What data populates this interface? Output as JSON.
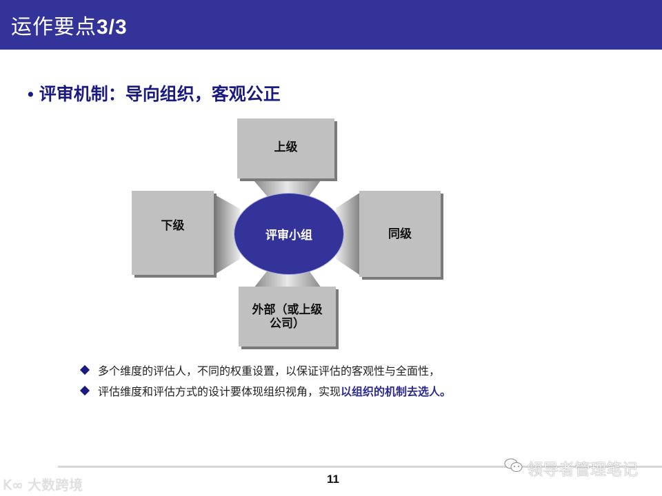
{
  "slide": {
    "title_cn": "运作要点",
    "title_num": "3/3",
    "headline": "评审机制：导向组织，客观公正",
    "headline_bullet": "•",
    "diagram": {
      "center": "评审小组",
      "top": "上级",
      "left": "下级",
      "right": "同级",
      "bottom_line1": "外部（或上级",
      "bottom_line2": "公司）"
    },
    "bullets": [
      {
        "text": "多个维度的评估人，不同的权重设置，以保证评估的客观性与全面性，",
        "emphasis": ""
      },
      {
        "text": "评估维度和评估方式的设计要体现组织视角，实现",
        "emphasis": "以组织的机制去选人。"
      }
    ],
    "page_number": "11",
    "colors": {
      "header": "#333399",
      "ellipse": "#333399",
      "box": "#c0c0c0",
      "headline": "#1a1a80"
    }
  },
  "watermarks": {
    "left": "大数跨境",
    "left_logo": "K∞",
    "right": "领导者管理笔记",
    "right_icon": "wechat-icon"
  }
}
